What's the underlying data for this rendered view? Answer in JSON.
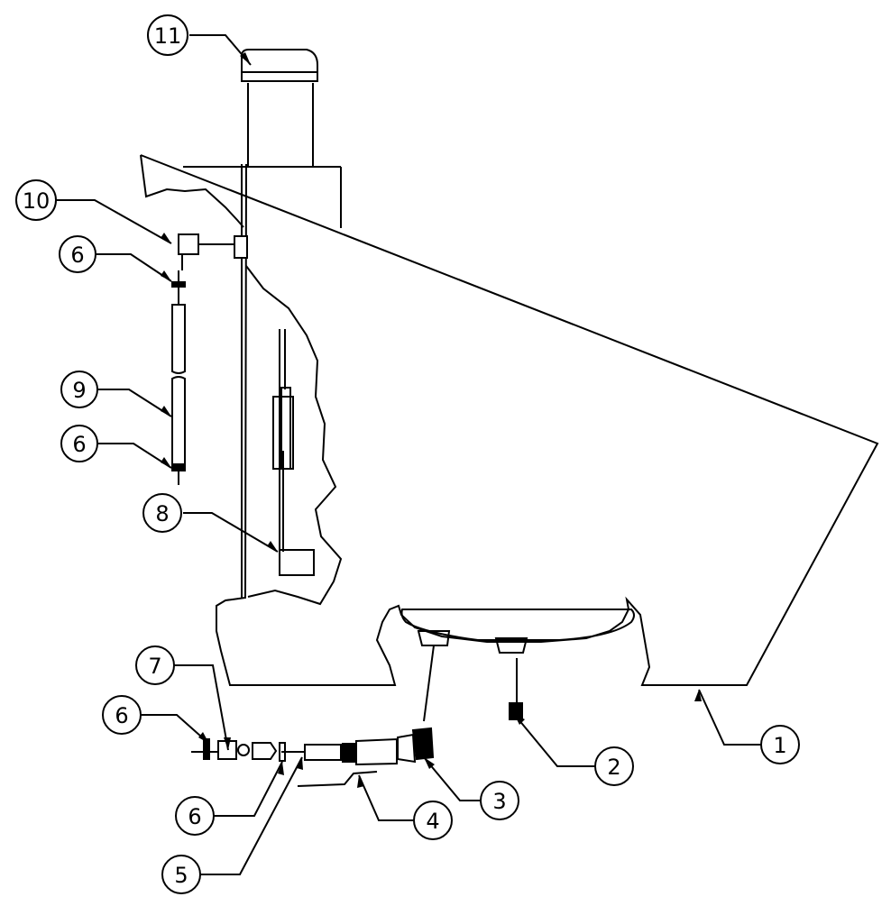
{
  "diagram": {
    "callouts": [
      {
        "id": "callout-11",
        "label": "11"
      },
      {
        "id": "callout-10",
        "label": "10"
      },
      {
        "id": "callout-6-top",
        "label": "6"
      },
      {
        "id": "callout-9",
        "label": "9"
      },
      {
        "id": "callout-6-mid",
        "label": "6"
      },
      {
        "id": "callout-8",
        "label": "8"
      },
      {
        "id": "callout-7",
        "label": "7"
      },
      {
        "id": "callout-6-left",
        "label": "6"
      },
      {
        "id": "callout-6-lower",
        "label": "6"
      },
      {
        "id": "callout-5",
        "label": "5"
      },
      {
        "id": "callout-4",
        "label": "4"
      },
      {
        "id": "callout-3",
        "label": "3"
      },
      {
        "id": "callout-2",
        "label": "2"
      },
      {
        "id": "callout-1",
        "label": "1"
      }
    ],
    "colors": {
      "line": "#000000",
      "background": "#ffffff"
    }
  }
}
